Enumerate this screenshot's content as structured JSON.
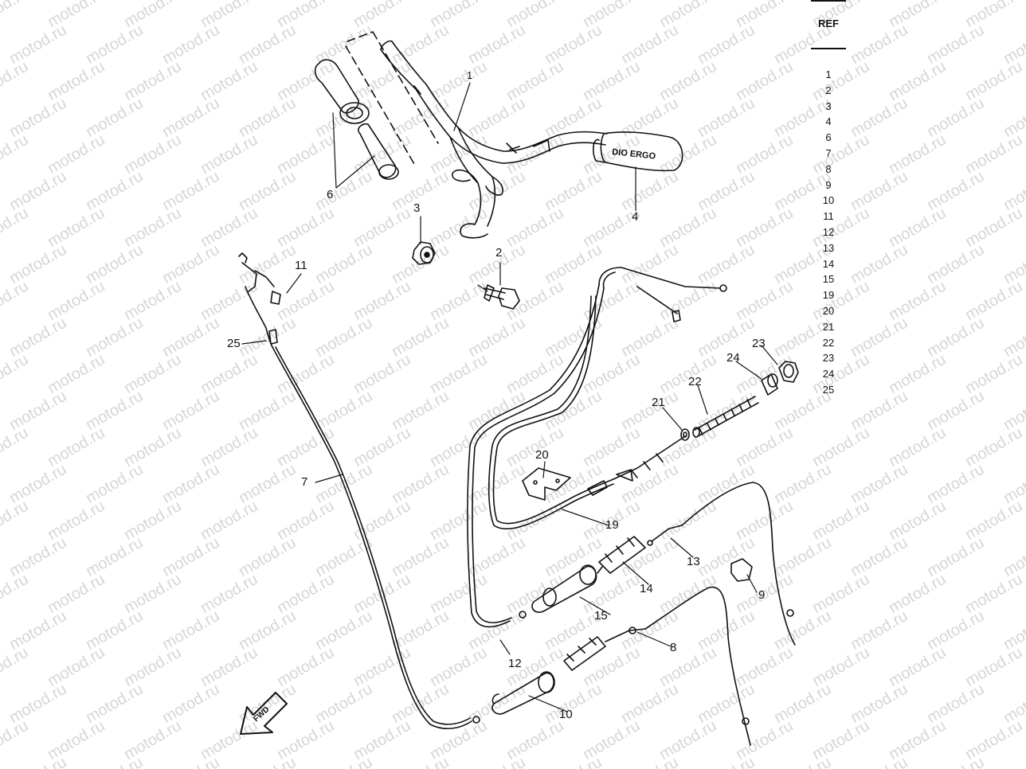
{
  "watermark": "motod.ru",
  "ref_table": {
    "header": "REF",
    "items": [
      "1",
      "2",
      "3",
      "4",
      "6",
      "7",
      "8",
      "9",
      "10",
      "11",
      "12",
      "13",
      "14",
      "15",
      "19",
      "20",
      "21",
      "22",
      "23",
      "24",
      "25"
    ]
  },
  "callouts": {
    "c1": "1",
    "c2": "2",
    "c3": "3",
    "c4": "4",
    "c6": "6",
    "c7": "7",
    "c8": "8",
    "c9": "9",
    "c10": "10",
    "c11": "11",
    "c12": "12",
    "c13": "13",
    "c14": "14",
    "c15": "15",
    "c19": "19",
    "c20": "20",
    "c21": "21",
    "c22": "22",
    "c23": "23",
    "c24": "24",
    "c25": "25"
  },
  "grip_lettering": "DIO ERGO",
  "fwd_arrow": "FWD",
  "colors": {
    "ink": "#111111",
    "watermark": "#d6d6d6",
    "background": "#ffffff"
  }
}
